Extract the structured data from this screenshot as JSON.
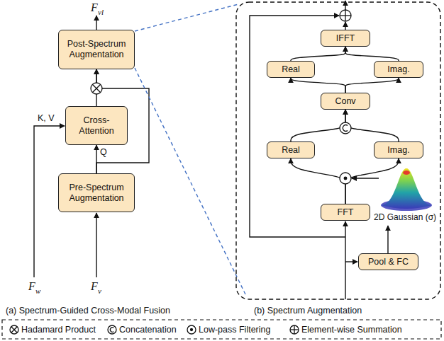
{
  "diagram": {
    "nodes": [
      {
        "text": [
          "Post-Spectrum Augmentation"
        ]
      },
      {
        "text": [
          "Cross-Attention"
        ]
      },
      {
        "text": [
          "Pre-Spectrum Augmentation"
        ]
      },
      {
        "text": [
          "IFFT"
        ]
      },
      {
        "text": [
          "Real"
        ]
      },
      {
        "text": [
          "Imag."
        ]
      },
      {
        "text": [
          "Conv"
        ]
      },
      {
        "text": [
          "Real"
        ]
      },
      {
        "text": [
          "Imag."
        ]
      },
      {
        "text": [
          "FFT"
        ]
      },
      {
        "text": [
          "Pool & FC"
        ]
      }
    ],
    "edges": [
      {
        "from": 2,
        "to": 1,
        "arrow": "to",
        "label": "Q"
      },
      {
        "from": 1,
        "to": 0,
        "arrow": "to"
      },
      {
        "from": 2,
        "to": 0,
        "arrow": "to"
      },
      {
        "from": 9,
        "to": 7,
        "arrow": "to"
      },
      {
        "from": 9,
        "to": 8,
        "arrow": "to"
      },
      {
        "from": 7,
        "to": 6,
        "arrow": "to"
      },
      {
        "from": 8,
        "to": 6,
        "arrow": "to"
      },
      {
        "from": 6,
        "to": 4,
        "arrow": "to"
      },
      {
        "from": 6,
        "to": 5,
        "arrow": "to"
      },
      {
        "from": 4,
        "to": 3,
        "arrow": "to"
      },
      {
        "from": 5,
        "to": 3,
        "arrow": "to"
      }
    ],
    "labels": [
      "F",
      "vl",
      "K, V",
      "F",
      "w",
      "F",
      "v",
      "2D Gaussian (σ)",
      "(a) Spectrum-Guided Cross-Modal Fusion",
      "(b) Spectrum Augmentation"
    ],
    "legend": [
      {
        "text": "Hadamard Product"
      },
      {
        "text": "Concatenation"
      },
      {
        "text": "Low-pass Filtering"
      },
      {
        "text": "Element-wise Summation"
      }
    ]
  }
}
